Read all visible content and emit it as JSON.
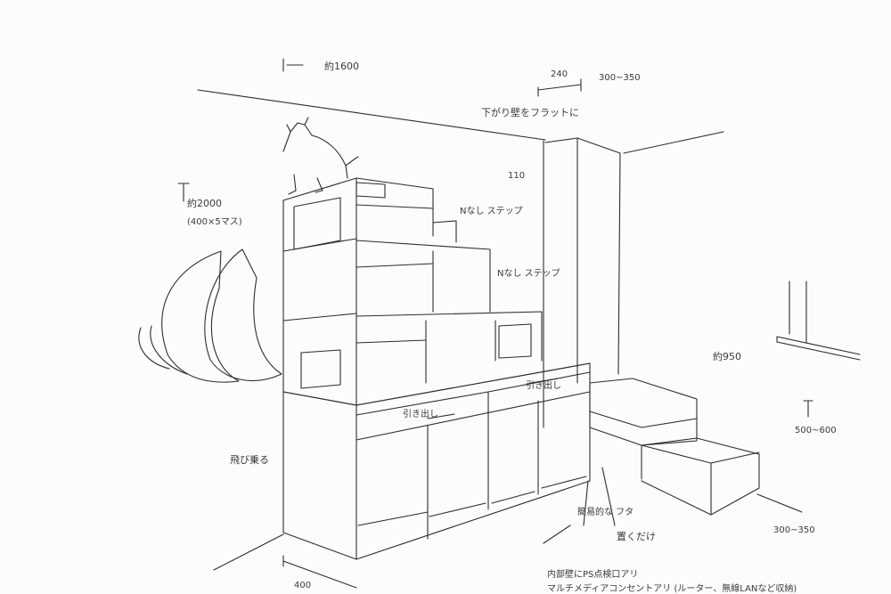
{
  "annotations": {
    "width_top": "約1600",
    "depth_240": "240",
    "depth_300_350": "300~350",
    "soffit_note": "下がり壁をフラットに",
    "soffit_110": "110",
    "height_total": "約2000",
    "height_detail": "(400×5マス)",
    "step_upper": "Nなし ステップ",
    "step_middle": "Nなし ステップ",
    "drawer_left": "引き出し",
    "drawer_right": "引き出し",
    "jump": "飛び乗る",
    "height_950": "約950",
    "height_500_600": "500~600",
    "lid_note": "簡易的な フタ",
    "place_only": "置くだけ",
    "depth_bottom_right": "300~350",
    "depth_bottom_left": "400",
    "internal_note": "内部壁にPS点検口アリ",
    "bottom_note": "マルチメディアコンセントアリ (ルーター、無線LANなど収納)"
  }
}
